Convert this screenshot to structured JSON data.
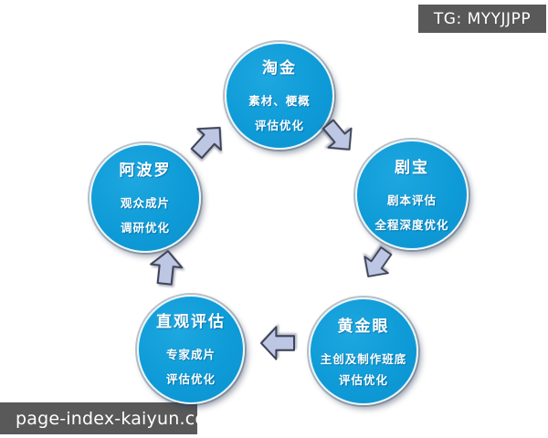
{
  "watermarks": {
    "tg_badge": "TG: MYYJJPP",
    "site_badge": "page-index-kaiyun.com"
  },
  "diagram": {
    "type": "cycle",
    "direction": "clockwise",
    "nodes": [
      {
        "position": "top",
        "title": "淘金",
        "lines": [
          "素材、梗概",
          "评估优化"
        ]
      },
      {
        "position": "right",
        "title": "剧宝",
        "lines": [
          "剧本评估",
          "全程深度优化"
        ]
      },
      {
        "position": "bottom-right",
        "title": "黄金眼",
        "lines": [
          "主创及制作班底",
          "评估优化"
        ]
      },
      {
        "position": "bottom-left",
        "title": "直观评估",
        "lines": [
          "专家成片",
          "评估优化"
        ]
      },
      {
        "position": "left",
        "title": "阿波罗",
        "lines": [
          "观众成片",
          "调研优化"
        ]
      }
    ],
    "arrows": [
      {
        "from": "阿波罗",
        "to": "淘金",
        "direction": "up-right"
      },
      {
        "from": "淘金",
        "to": "剧宝",
        "direction": "down-right"
      },
      {
        "from": "剧宝",
        "to": "黄金眼",
        "direction": "down-left"
      },
      {
        "from": "黄金眼",
        "to": "直观评估",
        "direction": "left"
      },
      {
        "from": "直观评估",
        "to": "阿波罗",
        "direction": "up"
      }
    ]
  },
  "colors": {
    "node_fill": "#0e9bd7",
    "node_border": "#e9f6fc",
    "node_text": "#ffffff",
    "arrow_fill": "#bdc7e3",
    "arrow_outline": "#3e4457",
    "badge_bg": "#595959",
    "badge_text": "#ffffff",
    "background": "#ffffff"
  }
}
